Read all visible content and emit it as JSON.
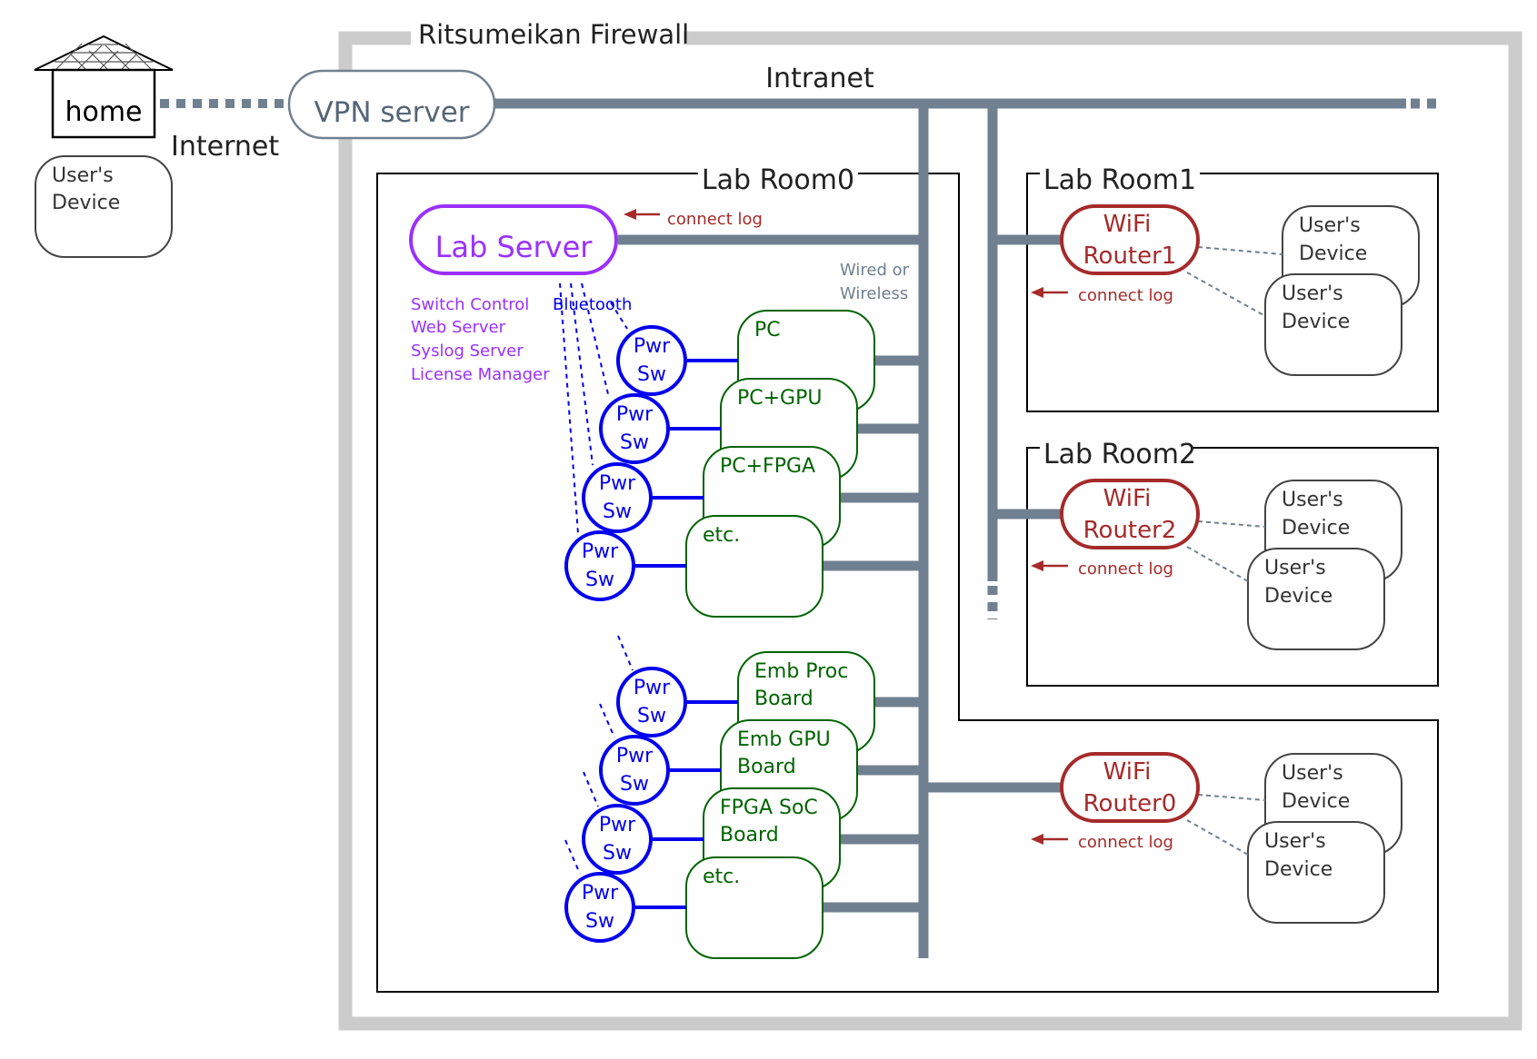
{
  "firewall_label": "Ritsumeikan Firewall",
  "intranet_label": "Intranet",
  "internet_label": "Internet",
  "home_label": "home",
  "vpn_label": "VPN server",
  "user_device": [
    "User's",
    "Device"
  ],
  "lab_room0_label": "Lab Room0",
  "lab_room1_label": "Lab Room1",
  "lab_room2_label": "Lab Room2",
  "lab_server": {
    "label": "Lab Server",
    "functions": [
      "Switch Control",
      "Web Server",
      "Syslog Server",
      "License Manager"
    ]
  },
  "connect_log": "connect log",
  "bluetooth_label": "Bluetooth",
  "wired_wireless": [
    "Wired or",
    "Wireless"
  ],
  "pwr_sw": [
    "Pwr",
    "Sw"
  ],
  "machines_group1": [
    [
      "PC"
    ],
    [
      "PC+GPU"
    ],
    [
      "PC+FPGA"
    ],
    [
      "etc."
    ]
  ],
  "machines_group2": [
    [
      "Emb Proc",
      "Board"
    ],
    [
      "Emb GPU",
      "Board"
    ],
    [
      "FPGA SoC",
      "Board"
    ],
    [
      "etc."
    ]
  ],
  "wifi_routers": [
    [
      "WiFi",
      "Router1"
    ],
    [
      "WiFi",
      "Router2"
    ],
    [
      "WiFi",
      "Router0"
    ]
  ],
  "colors": {
    "bus": "#708090",
    "firewall": "#cccccc",
    "server": "#9b30ff",
    "pwr_sw": "#0000ee",
    "machine": "#006400",
    "router": "#a52a2a",
    "text": "#222222",
    "vpn_text": "#556677"
  }
}
